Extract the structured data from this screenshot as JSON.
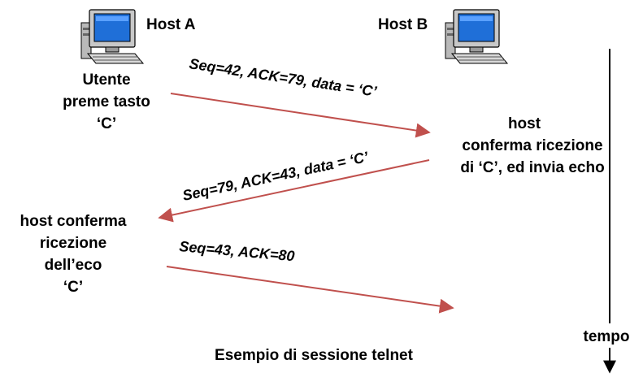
{
  "hosts": {
    "a": {
      "label": "Host A",
      "icon": "computer-icon"
    },
    "b": {
      "label": "Host B",
      "icon": "computer-icon"
    }
  },
  "notes": {
    "a_top": [
      "Utente",
      "preme tasto",
      "‘C’"
    ],
    "b_mid": [
      "host",
      "conferma ricezione",
      "di ‘C’, ed invia echo"
    ],
    "a_bottom": [
      "host conferma",
      "ricezione",
      "dell’eco",
      "‘C’"
    ]
  },
  "messages": [
    {
      "label": "Seq=42, ACK=79, data = ‘C’",
      "from": "Host A",
      "to": "Host B"
    },
    {
      "label": "Seq=79, ACK=43, data = ‘C’",
      "from": "Host B",
      "to": "Host A"
    },
    {
      "label": "Seq=43, ACK=80",
      "from": "Host A",
      "to": "Host B"
    }
  ],
  "time_axis": {
    "label": "tempo"
  },
  "caption": "Esempio di sessione telnet",
  "colors": {
    "arrow": "#c0504d",
    "monitor_screen": "#1f6fd8",
    "monitor_body": "#c8c8c8"
  }
}
